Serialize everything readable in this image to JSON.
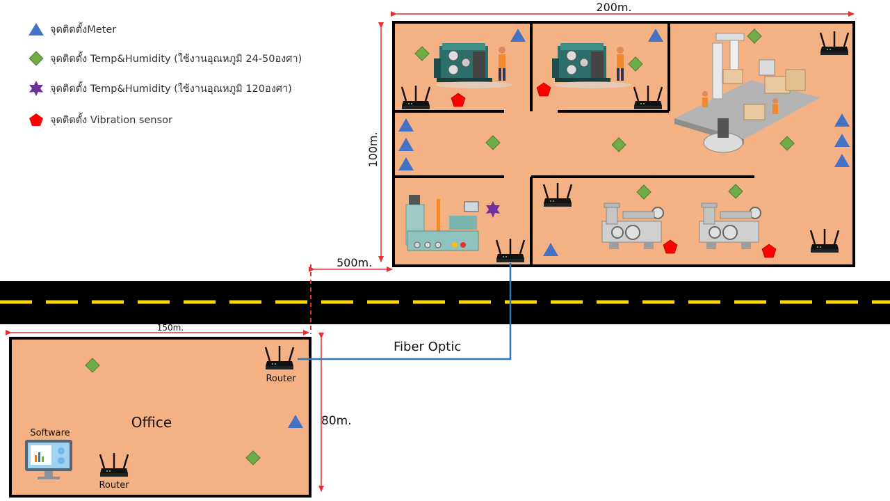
{
  "legend": [
    {
      "marker": "blue-triangle",
      "label": "จุดติดตั้งMeter"
    },
    {
      "marker": "green-diamond",
      "label": "จุดติดตั้ง Temp&Humidity (ใช้งานอุณหภูมิ 24-50องศา)"
    },
    {
      "marker": "purple-star",
      "label": "จุดติดตั้ง Temp&Humidity  (ใช้งานอุณหภูมิ 120องศา)"
    },
    {
      "marker": "red-pentagon",
      "label": "จุดติดตั้ง Vibration sensor"
    }
  ],
  "dimensions": {
    "factory_width": "200m.",
    "factory_height": "100m.",
    "road_distance": "500m.",
    "office_width": "150m.",
    "office_height": "80m."
  },
  "labels": {
    "fiber": "Fiber Optic",
    "office": "Office",
    "software": "Software",
    "router": "Router"
  },
  "colors": {
    "floor": "#f4b183",
    "meter": "#4472c4",
    "temp": "#70ad47",
    "hot_temp": "#7030a0",
    "vibration": "#ff0000",
    "fiber": "#2e75b6",
    "dim_arrow": "#e03030"
  }
}
